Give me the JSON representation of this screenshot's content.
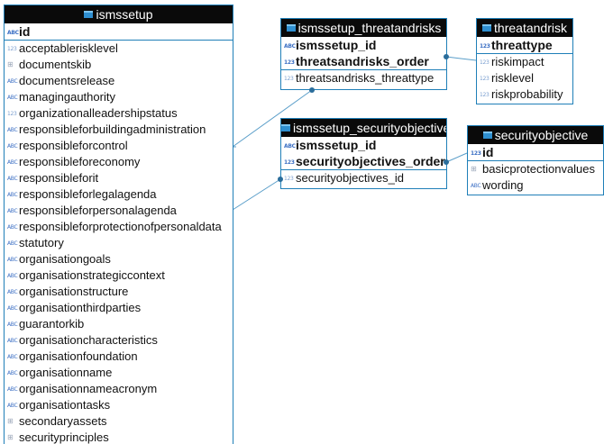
{
  "colors": {
    "border": "#1f7fb8",
    "header_bg": "#0a0a0a",
    "header_text": "#ffffff",
    "connector": "#5a9ec9"
  },
  "tables": {
    "ismssetup": {
      "title": "ismssetup",
      "keys": [
        {
          "name": "id",
          "icon": "key-text-icon"
        }
      ],
      "columns": [
        {
          "name": "acceptablerisklevel",
          "icon": "numeric-icon"
        },
        {
          "name": "documentskib",
          "icon": "grid-icon"
        },
        {
          "name": "documentsrelease",
          "icon": "text-icon"
        },
        {
          "name": "managingauthority",
          "icon": "text-icon"
        },
        {
          "name": "organizationalleadershipstatus",
          "icon": "numeric-icon"
        },
        {
          "name": "responsibleforbuildingadministration",
          "icon": "text-icon"
        },
        {
          "name": "responsibleforcontrol",
          "icon": "text-icon"
        },
        {
          "name": "responsibleforeconomy",
          "icon": "text-icon"
        },
        {
          "name": "responsibleforit",
          "icon": "text-icon"
        },
        {
          "name": "responsibleforlegalagenda",
          "icon": "text-icon"
        },
        {
          "name": "responsibleforpersonalagenda",
          "icon": "text-icon"
        },
        {
          "name": "responsibleforprotectionofpersonaldata",
          "icon": "text-icon"
        },
        {
          "name": "statutory",
          "icon": "text-icon"
        },
        {
          "name": "organisationgoals",
          "icon": "text-icon"
        },
        {
          "name": "organisationstrategiccontext",
          "icon": "text-icon"
        },
        {
          "name": "organisationstructure",
          "icon": "text-icon"
        },
        {
          "name": "organisationthirdparties",
          "icon": "text-icon"
        },
        {
          "name": "guarantorkib",
          "icon": "text-icon"
        },
        {
          "name": "organisationcharacteristics",
          "icon": "text-icon"
        },
        {
          "name": "organisationfoundation",
          "icon": "text-icon"
        },
        {
          "name": "organisationname",
          "icon": "text-icon"
        },
        {
          "name": "organisationnameacronym",
          "icon": "text-icon"
        },
        {
          "name": "organisationtasks",
          "icon": "text-icon"
        },
        {
          "name": "secondaryassets",
          "icon": "grid-icon"
        },
        {
          "name": "securityprinciples",
          "icon": "grid-icon"
        }
      ]
    },
    "ismssetup_threatandrisks": {
      "title": "ismssetup_threatandrisks",
      "keys": [
        {
          "name": "ismssetup_id",
          "icon": "key-text-icon"
        },
        {
          "name": "threatsandrisks_order",
          "icon": "key-numeric-icon"
        }
      ],
      "columns": [
        {
          "name": "threatsandrisks_threattype",
          "icon": "numeric-icon"
        }
      ]
    },
    "threatandrisk": {
      "title": "threatandrisk",
      "keys": [
        {
          "name": "threattype",
          "icon": "key-numeric-icon"
        }
      ],
      "columns": [
        {
          "name": "riskimpact",
          "icon": "numeric-icon"
        },
        {
          "name": "risklevel",
          "icon": "numeric-icon"
        },
        {
          "name": "riskprobability",
          "icon": "numeric-icon"
        }
      ]
    },
    "ismssetup_securityobjectives": {
      "title": "ismssetup_securityobjectives",
      "keys": [
        {
          "name": "ismssetup_id",
          "icon": "key-text-icon"
        },
        {
          "name": "securityobjectives_order",
          "icon": "key-numeric-icon"
        }
      ],
      "columns": [
        {
          "name": "securityobjectives_id",
          "icon": "numeric-icon"
        }
      ]
    },
    "securityobjective": {
      "title": "securityobjective",
      "keys": [
        {
          "name": "id",
          "icon": "key-numeric-icon"
        }
      ],
      "columns": [
        {
          "name": "basicprotectionvalues",
          "icon": "grid-icon"
        },
        {
          "name": "wording",
          "icon": "text-icon"
        }
      ]
    }
  }
}
